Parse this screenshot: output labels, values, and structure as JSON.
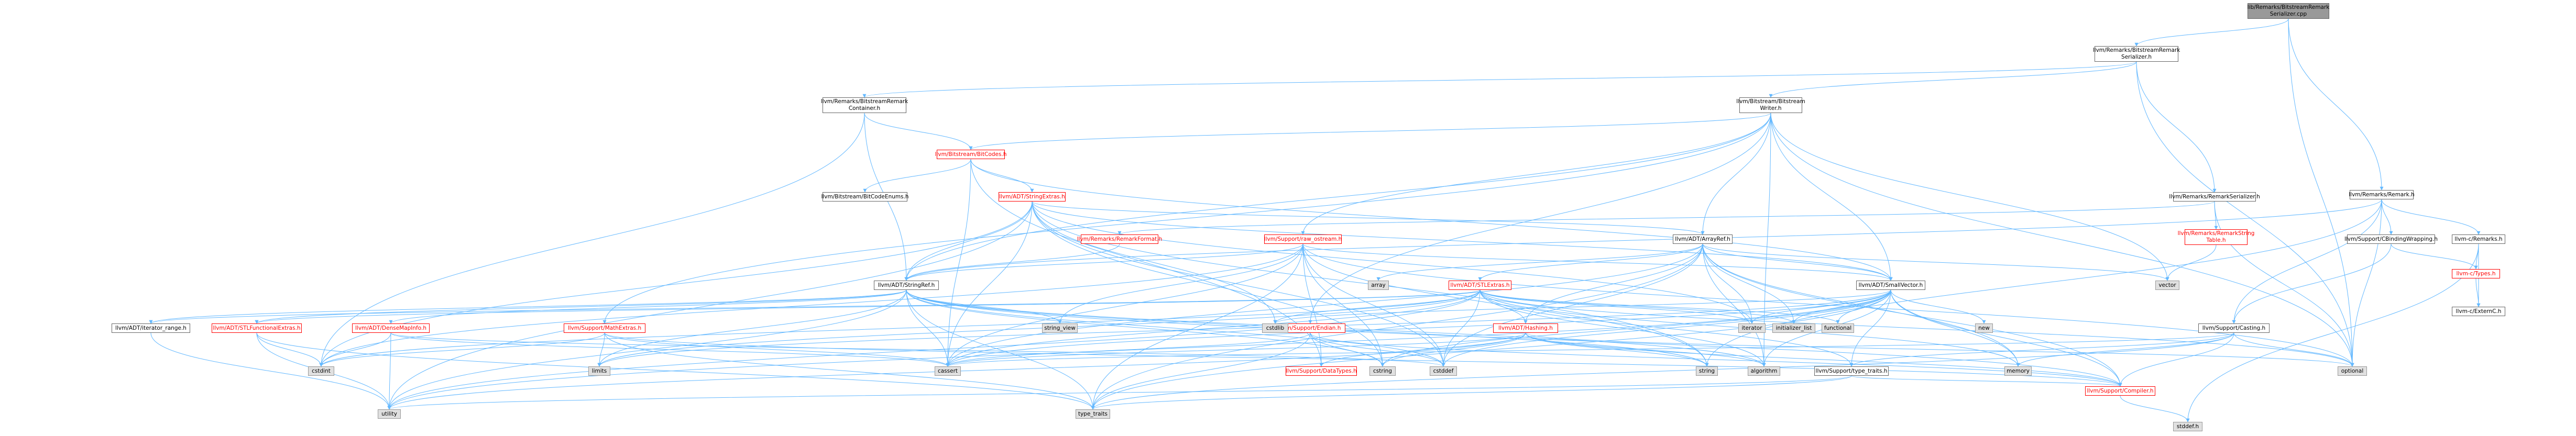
{
  "colors": {
    "edge": "#63b8ff",
    "node_border": "#666666",
    "node_fill": "#ffffff",
    "system_header_fill": "#e0e0e0",
    "root_fill": "#999999",
    "truncated_text": "#ff0000"
  },
  "nodes": {
    "root": "lib/Remarks/BitstreamRemark\nSerializer.cpp",
    "bitstream_remark_serializer": "llvm/Remarks/BitstreamRemark\nSerializer.h",
    "bitstream_remark_container": "llvm/Remarks/BitstreamRemark\nContainer.h",
    "bitstream_writer": "llvm/Bitstream/Bitstream\nWriter.h",
    "remark_h": "llvm/Remarks/Remark.h",
    "bitcodes": "llvm/Bitstream/BitCodes.h",
    "bitcode_enums": "llvm/Bitstream/BitCodeEnums.h",
    "string_extras": "llvm/ADT/StringExtras.h",
    "remark_serializer": "llvm/Remarks/RemarkSerializer.h",
    "remark_string_table": "llvm/Remarks/RemarkString\nTable.h",
    "remark_format": "llvm/Remarks/RemarkFormat.h",
    "raw_ostream": "llvm/Support/raw_ostream.h",
    "array_ref": "llvm/ADT/ArrayRef.h",
    "c_binding_wrapping": "llvm/Support/CBindingWrapping.h",
    "c_remarks": "llvm-c/Remarks.h",
    "c_types": "llvm-c/Types.h",
    "c_extern_c": "llvm-c/ExternC.h",
    "string_ref": "llvm/ADT/StringRef.h",
    "stl_extras": "llvm/ADT/STLExtras.h",
    "small_vector": "llvm/ADT/SmallVector.h",
    "casting": "llvm/Support/Casting.h",
    "iterator_range": "llvm/ADT/iterator_range.h",
    "stl_functional_extras": "llvm/ADT/STLFunctionalExtras.h",
    "dense_map_info": "llvm/ADT/DenseMapInfo.h",
    "math_extras": "llvm/Support/MathExtras.h",
    "endian": "llvm/Support/Endian.h",
    "hashing": "llvm/ADT/Hashing.h",
    "type_traits_llvm": "llvm/Support/type_traits.h",
    "compiler": "llvm/Support/Compiler.h",
    "data_types": "llvm/Support/DataTypes.h",
    "array": "array",
    "vector": "vector",
    "optional": "optional",
    "string_view": "string_view",
    "cstdint": "cstdint",
    "limits": "limits",
    "utility": "utility",
    "cassert": "cassert",
    "cstring": "cstring",
    "cstddef": "cstddef",
    "cstdlib": "cstdlib",
    "iterator": "iterator",
    "initializer_list": "initializer_list",
    "functional": "functional",
    "new": "new",
    "memory": "memory",
    "string": "string",
    "algorithm": "algorithm",
    "type_traits": "type_traits",
    "stddef_h": "stddef.h"
  }
}
